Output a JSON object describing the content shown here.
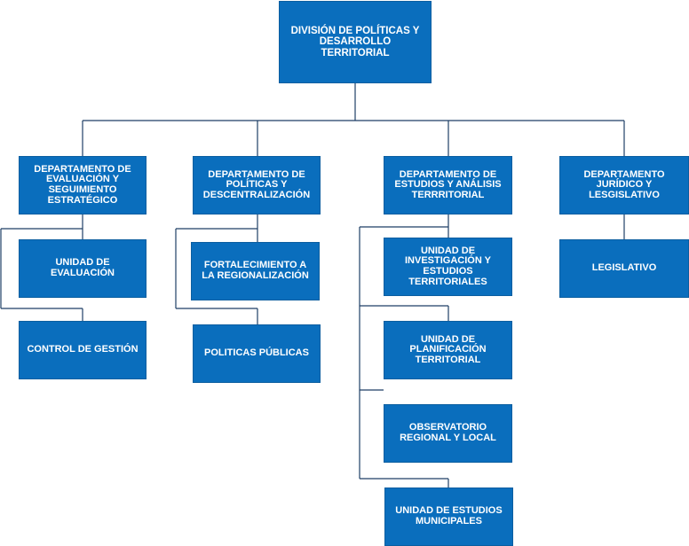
{
  "colors": {
    "box": "#0a6ebd",
    "line": "#1f3f66"
  },
  "root": {
    "label": "DIVISIÓN DE POLÍTICAS Y DESARROLLO TERRITORIAL"
  },
  "departments": [
    {
      "label": "DEPARTAMENTO DE EVALUACIÓN Y SEGUIMIENTO ESTRATÉGICO",
      "units": [
        "UNIDAD DE EVALUACIÓN",
        "CONTROL DE GESTIÓN"
      ]
    },
    {
      "label": "DEPARTAMENTO DE POLÍTICAS Y DESCENTRALIZACIÓN",
      "units": [
        "FORTALECIMIENTO A LA REGIONALIZACIÓN",
        "POLITICAS PÚBLICAS"
      ]
    },
    {
      "label": "DEPARTAMENTO DE ESTUDIOS Y ANÁLISIS TERRRITORIAL",
      "units": [
        "UNIDAD DE INVESTIGACIÓN Y ESTUDIOS TERRITORIALES",
        "UNIDAD DE PLANIFICACIÓN TERRITORIAL",
        "OBSERVATORIO REGIONAL Y LOCAL",
        "UNIDAD DE ESTUDIOS MUNICIPALES"
      ]
    },
    {
      "label": "DEPARTAMENTO JURÍDICO Y LESGISLATIVO",
      "units": [
        "LEGISLATIVO"
      ]
    }
  ]
}
